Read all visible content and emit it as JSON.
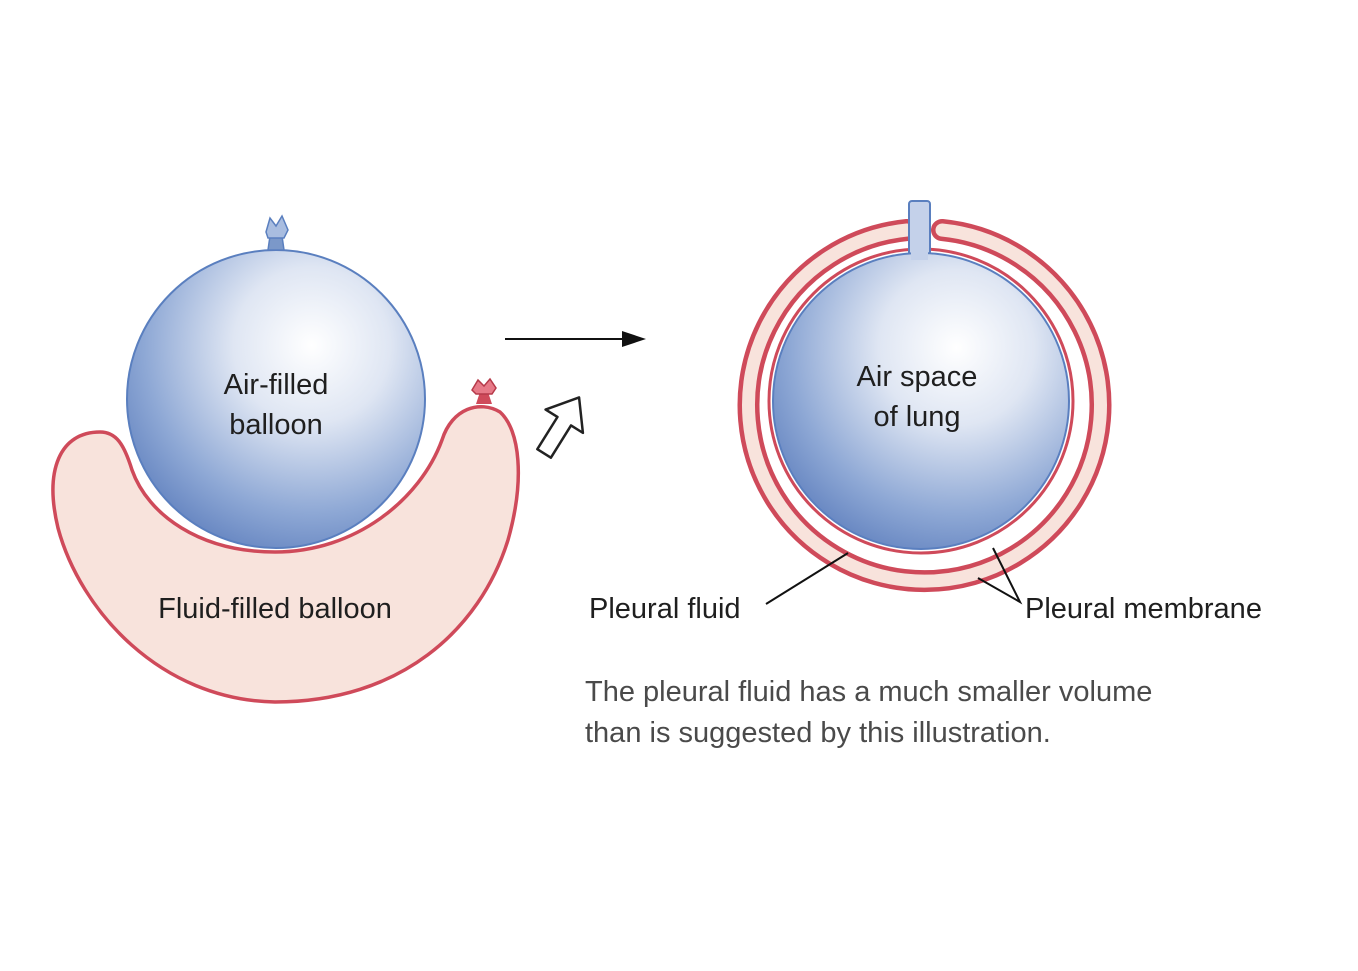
{
  "labels": {
    "air_balloon": [
      "Air-filled",
      "balloon"
    ],
    "fluid_balloon": "Fluid-filled balloon",
    "lung_air": [
      "Air space",
      "of lung"
    ],
    "pleural_fluid": "Pleural fluid",
    "pleural_membrane": "Pleural membrane"
  },
  "note": [
    "The pleural fluid has a much smaller volume",
    "than is suggested by this illustration."
  ],
  "colors": {
    "balloon_blue": "#6f8fc6",
    "balloon_blue_light": "#f4f6fb",
    "balloon_outline": "#5a7fbf",
    "fluid_fill": "#f8e3dc",
    "membrane_red": "#cf4a5a",
    "arrow": "#111111"
  },
  "icons": {
    "cursor": "cursor-arrow-icon"
  }
}
